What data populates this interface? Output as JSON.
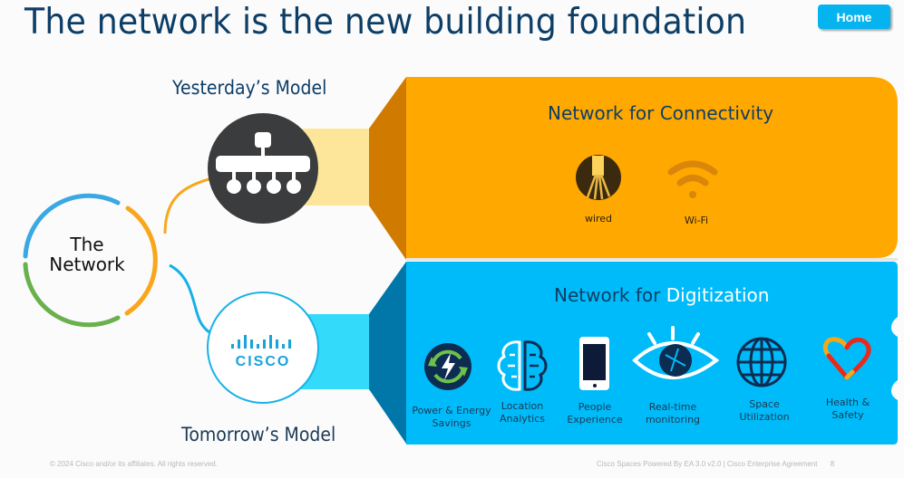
{
  "slide": {
    "title": "The network is the new building foundation",
    "home_button": "Home",
    "center_label_line1": "The",
    "center_label_line2": "Network",
    "yesterday_label": "Yesterday’s Model",
    "tomorrow_label": "Tomorrow’s Model",
    "tomorrow_logo_text": "CISCO"
  },
  "connectivity_panel": {
    "title": "Network for Connectivity",
    "color": "#ffa800",
    "items": [
      {
        "label": "wired",
        "icon": "ethernet-cable-icon"
      },
      {
        "label": "Wi-Fi",
        "icon": "wifi-icon"
      }
    ]
  },
  "digitization_panel": {
    "title_prefix": "Network for ",
    "title_highlight": "Digitization",
    "color": "#00bbf9",
    "items": [
      {
        "line1": "Power & Energy",
        "line2": "Savings",
        "icon": "power-energy-icon"
      },
      {
        "line1": "Location",
        "line2": "Analytics",
        "icon": "brain-icon"
      },
      {
        "line1": "People",
        "line2": "Experience",
        "icon": "smartphone-icon"
      },
      {
        "line1": "Real-time",
        "line2": "monitoring",
        "icon": "eye-icon"
      },
      {
        "line1": "Space",
        "line2": "Utilization",
        "icon": "globe-icon"
      },
      {
        "line1": "Health &",
        "line2": "Safety",
        "icon": "heart-icon"
      }
    ]
  },
  "footer": {
    "copyright": "© 2024  Cisco and/or its affiliates. All rights reserved.",
    "right_text": "Cisco Spaces Powered By EA 3.0  v2.0  |  Cisco Enterprise Agreement",
    "page_number": "8"
  }
}
